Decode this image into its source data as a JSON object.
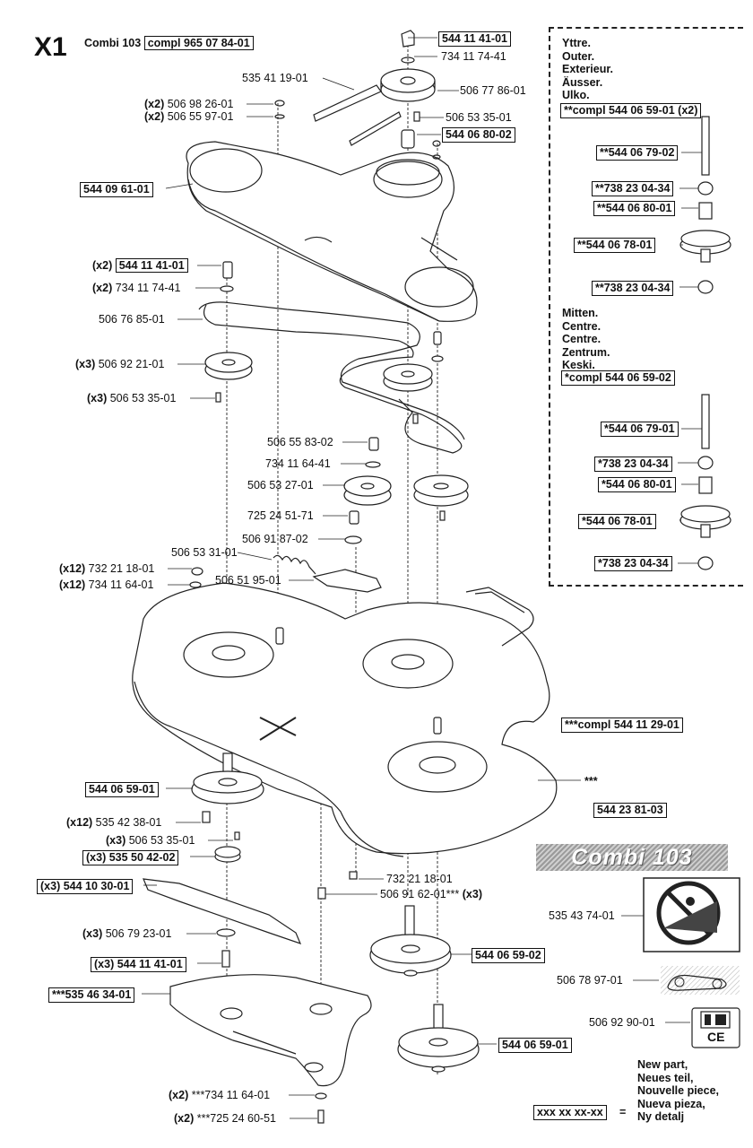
{
  "header": {
    "page_id": "X1",
    "model": "Combi 103",
    "compl": "compl 965 07 84-01"
  },
  "labels": {
    "l01": "544 11 41-01",
    "l02": "734 11 74-41",
    "l03": "535 41 19-01",
    "l04": "506 77 86-01",
    "l05q": "(x2)",
    "l05": "506 98 26-01",
    "l06q": "(x2)",
    "l06": "506 55 97-01",
    "l07": "506 53 35-01",
    "l08": "544 06 80-02",
    "l09": "544 09 61-01",
    "l10q": "(x2)",
    "l10": "544 11 41-01",
    "l11q": "(x2)",
    "l11": "734 11 74-41",
    "l12": "506 76 85-01",
    "l13q": "(x3)",
    "l13": "506 92 21-01",
    "l14q": "(x3)",
    "l14": "506 53 35-01",
    "l15": "506 55 83-02",
    "l16": "734 11 64-41",
    "l17": "506 53 27-01",
    "l18": "725 24 51-71",
    "l19": "506 91 87-02",
    "l20": "506 53 31-01",
    "l21q": "(x12)",
    "l21": "732 21 18-01",
    "l22q": "(x12)",
    "l22": "734 11 64-01",
    "l23": "506 51 95-01",
    "l24": "***compl 544 11 29-01",
    "l25": "544 06 59-01",
    "l26": "***",
    "l27": "544 23 81-03",
    "l28q": "(x12)",
    "l28": "535 42 38-01",
    "l29q": "(x3)",
    "l29": "506 53 35-01",
    "l30q": "(x3)",
    "l30": "535 50 42-02",
    "l31": "732 21 18-01",
    "l32": "506 91 62-01***",
    "l32q": "(x3)",
    "l33q": "(x3)",
    "l33": "544 10 30-01",
    "l34": "535 43 74-01",
    "l35q": "(x3)",
    "l35": "506 79 23-01",
    "l36": "544 06 59-02",
    "l37q": "(x3)",
    "l37": "544 11 41-01",
    "l38": "506 78 97-01",
    "l39": "***535 46 34-01",
    "l40": "506 92 90-01",
    "l41": "544 06 59-01",
    "l42q": "(x2)",
    "l42": "***734 11 64-01",
    "l43q": "(x2)",
    "l43": "***725 24 60-51"
  },
  "legend": {
    "outer": [
      "Yttre.",
      "Outer.",
      "Exterieur.",
      "Äusser.",
      "Ulko."
    ],
    "outer_compl": "**compl 544 06 59-01 (x2)",
    "outer_parts": [
      "**544 06 79-02",
      "**738 23 04-34",
      "**544 06 80-01",
      "**544 06 78-01",
      "**738 23 04-34"
    ],
    "center": [
      "Mitten.",
      "Centre.",
      "Centre.",
      "Zentrum.",
      "Keski."
    ],
    "center_compl": "*compl 544 06 59-02",
    "center_parts": [
      "*544 06 79-01",
      "*738 23 04-34",
      "*544 06 80-01",
      "*544 06 78-01",
      "*738 23 04-34"
    ]
  },
  "badge": "Combi 103",
  "new_part": {
    "lines": [
      "New part,",
      "Neues teil,",
      "Nouvelle piece,",
      "Nueva pieza,",
      "Ny detalj"
    ],
    "placeholder": "xxx xx xx-xx",
    "equals": "="
  },
  "ce_mark": "CE"
}
